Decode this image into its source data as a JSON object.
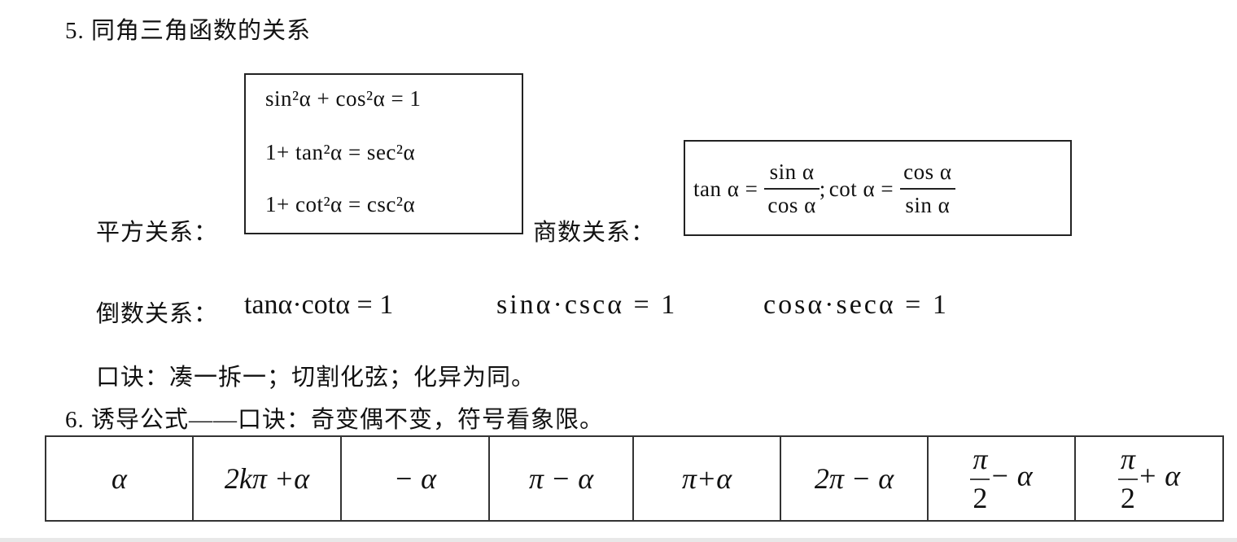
{
  "section5": {
    "title": "5. 同角三角函数的关系",
    "square_label": "平方关系：",
    "square_identities": [
      "sin²α + cos²α = 1",
      "1+ tan²α = sec²α",
      "1+ cot²α = csc²α"
    ],
    "quotient_label": "商数关系：",
    "quotient": {
      "tan_lhs": "tan α =",
      "tan_num": "sin α",
      "tan_den": "cos α",
      "sep": ";",
      "cot_lhs": "cot α =",
      "cot_num": "cos α",
      "cot_den": "sin α"
    },
    "reciprocal_label": "倒数关系：",
    "reciprocal_identities": [
      "tanα·cotα = 1",
      "sinα·cscα = 1",
      "cosα·secα = 1"
    ],
    "mnemonic": "口诀：凑一拆一；切割化弦；化异为同。"
  },
  "section6": {
    "title": "6. 诱导公式——口诀：奇变偶不变，符号看象限。",
    "table_header": [
      {
        "text": "α"
      },
      {
        "text": "2kπ +α"
      },
      {
        "text": "− α"
      },
      {
        "text": "π − α"
      },
      {
        "text": "π+α"
      },
      {
        "text": "2π − α"
      },
      {
        "num": "π",
        "den": "2",
        "rest": "− α"
      },
      {
        "num": "π",
        "den": "2",
        "rest": "+ α"
      }
    ]
  }
}
